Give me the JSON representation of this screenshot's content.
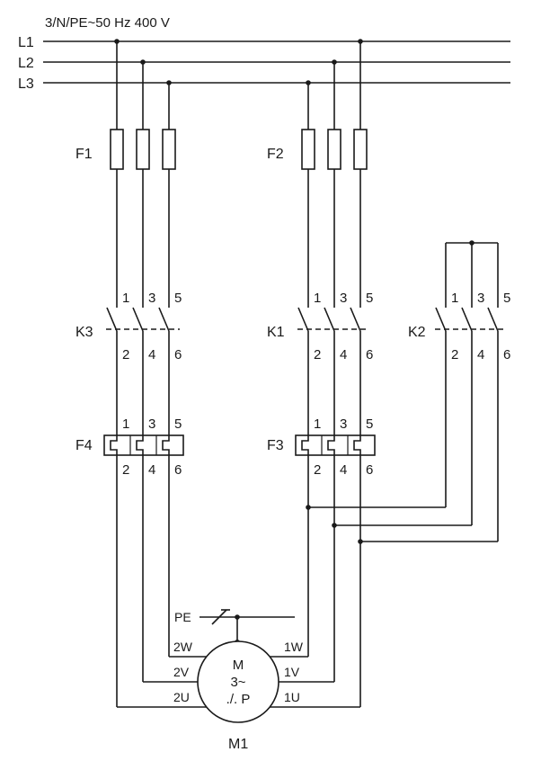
{
  "supply": {
    "title": "3/N/PE~50 Hz 400 V",
    "phases": [
      "L1",
      "L2",
      "L3"
    ]
  },
  "fuses": {
    "left": "F1",
    "right": "F2"
  },
  "contactors": [
    {
      "label": "K3",
      "top_pins": [
        "1",
        "3",
        "5"
      ],
      "bottom_pins": [
        "2",
        "4",
        "6"
      ]
    },
    {
      "label": "K1",
      "top_pins": [
        "1",
        "3",
        "5"
      ],
      "bottom_pins": [
        "2",
        "4",
        "6"
      ]
    },
    {
      "label": "K2",
      "top_pins": [
        "1",
        "3",
        "5"
      ],
      "bottom_pins": [
        "2",
        "4",
        "6"
      ]
    }
  ],
  "overloads": [
    {
      "label": "F4",
      "top_pins": [
        "1",
        "3",
        "5"
      ],
      "bottom_pins": [
        "2",
        "4",
        "6"
      ]
    },
    {
      "label": "F3",
      "top_pins": [
        "1",
        "3",
        "5"
      ],
      "bottom_pins": [
        "2",
        "4",
        "6"
      ]
    }
  ],
  "motor": {
    "label": "M1",
    "symbol_lines": [
      "M",
      "3~",
      "./. P"
    ],
    "pe_label": "PE",
    "left_terminals": [
      "2W",
      "2V",
      "2U"
    ],
    "right_terminals": [
      "1W",
      "1V",
      "1U"
    ]
  }
}
